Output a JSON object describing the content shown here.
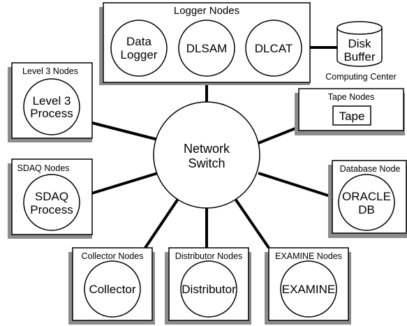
{
  "network_switch": {
    "line1": "Network",
    "line2": "Switch"
  },
  "logger": {
    "title": "Logger Nodes",
    "data_logger": {
      "line1": "Data",
      "line2": "Logger"
    },
    "dlsam": "DLSAM",
    "dlcat": "DLCAT"
  },
  "disk_buffer": {
    "line1": "Disk",
    "line2": "Buffer",
    "caption": "Computing Center"
  },
  "level3": {
    "title": "Level 3 Nodes",
    "line1": "Level 3",
    "line2": "Process"
  },
  "tape": {
    "title": "Tape Nodes",
    "label": "Tape"
  },
  "sdaq": {
    "title": "SDAQ Nodes",
    "line1": "SDAQ",
    "line2": "Process"
  },
  "database": {
    "title": "Database Node",
    "line1": "ORACLE",
    "line2": "DB"
  },
  "collector": {
    "title": "Collector Nodes",
    "label": "Collector"
  },
  "distributor": {
    "title": "Distributor Nodes",
    "label": "Distributor"
  },
  "examine": {
    "title": "EXAMINE Nodes",
    "label": "EXAMINE"
  }
}
